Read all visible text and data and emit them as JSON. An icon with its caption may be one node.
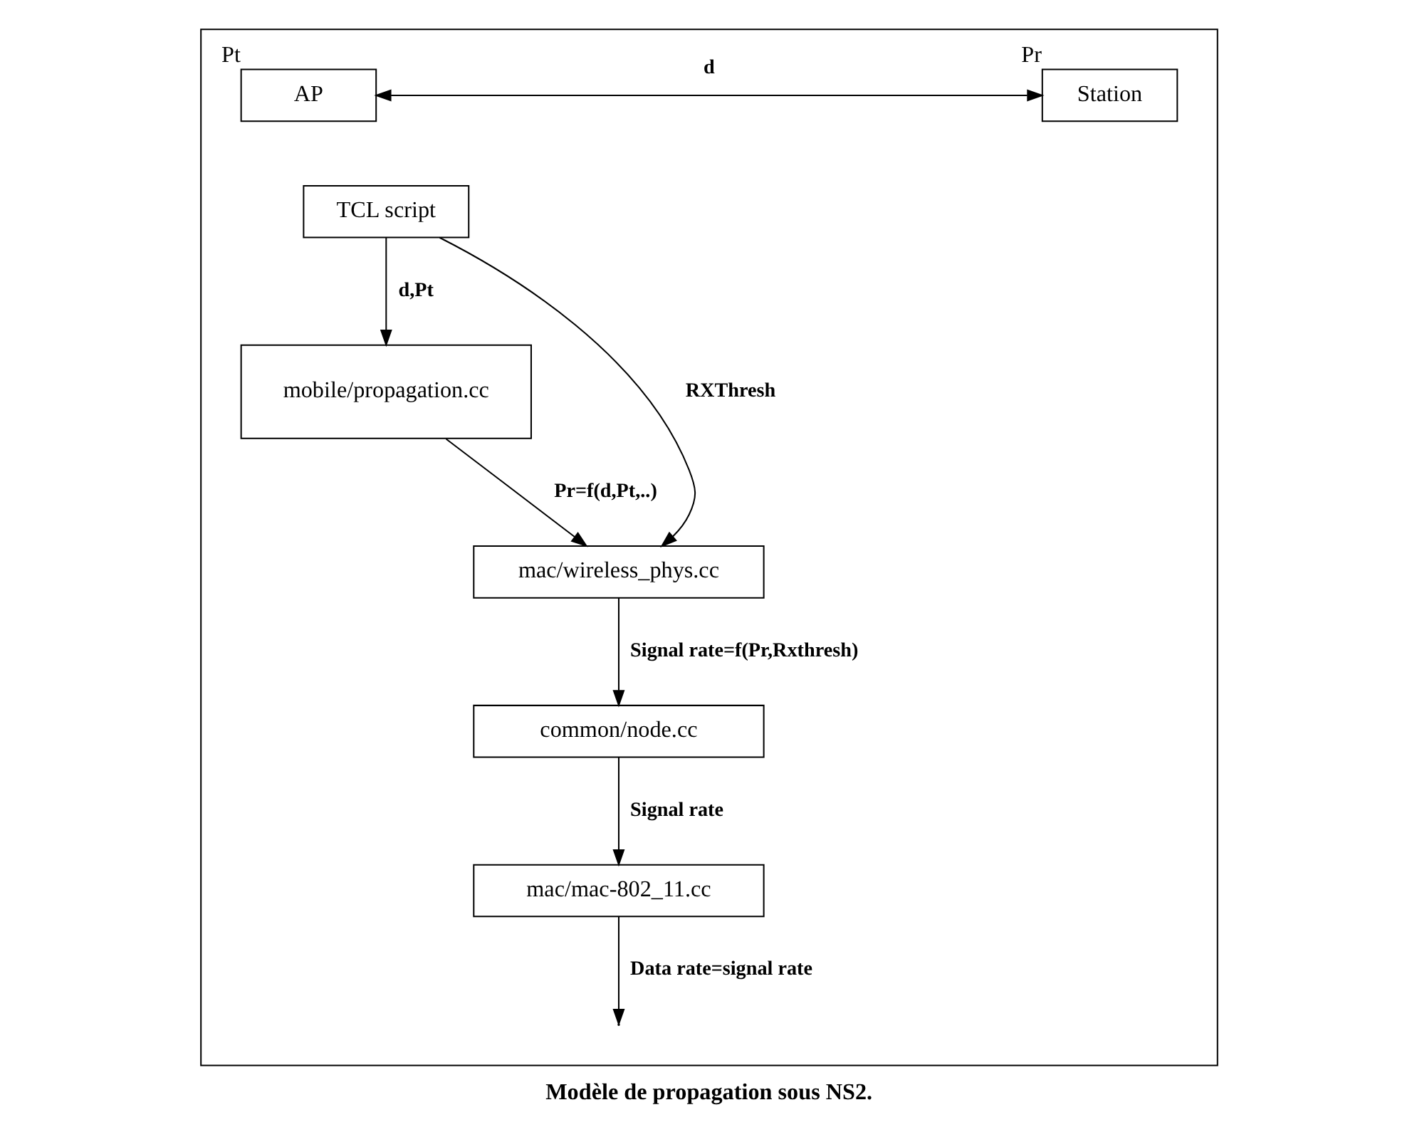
{
  "diagram": {
    "caption": "Modèle de propagation sous NS2.",
    "nodes": [
      {
        "text": [],
        "shape": "box"
      },
      {
        "text": [
          "AP"
        ],
        "beside": [
          "Pt"
        ],
        "in": 0
      },
      {
        "text": [
          "Station"
        ],
        "beside": [
          "Pr"
        ],
        "in": 0
      },
      {
        "text": [
          "TCL script"
        ],
        "in": 0
      },
      {
        "text": [
          "mobile/propagation.cc"
        ],
        "in": 0
      },
      {
        "text": [
          "mac/wireless_phys.cc"
        ],
        "in": 0
      },
      {
        "text": [
          "common/node.cc"
        ],
        "in": 0
      },
      {
        "text": [
          "mac/mac-802_11.cc"
        ],
        "in": 0
      }
    ],
    "edges": [
      {
        "from": 1,
        "to": 2,
        "arrow": "both",
        "label": "d"
      },
      {
        "from": 3,
        "to": 4,
        "arrow": "to",
        "label": "d,Pt"
      },
      {
        "from": 3,
        "to": 5,
        "arrow": "to",
        "label": "RXThresh"
      },
      {
        "from": 4,
        "to": 5,
        "arrow": "to",
        "label": "Pr=f(d,Pt,..)"
      },
      {
        "from": 5,
        "to": 6,
        "arrow": "to",
        "label": "Signal rate=f(Pr,Rxthresh)"
      },
      {
        "from": 6,
        "to": 7,
        "arrow": "to",
        "label": "Signal rate"
      },
      {
        "from": 7,
        "to": null,
        "arrow": "to",
        "label": "Data rate=signal rate"
      }
    ]
  }
}
